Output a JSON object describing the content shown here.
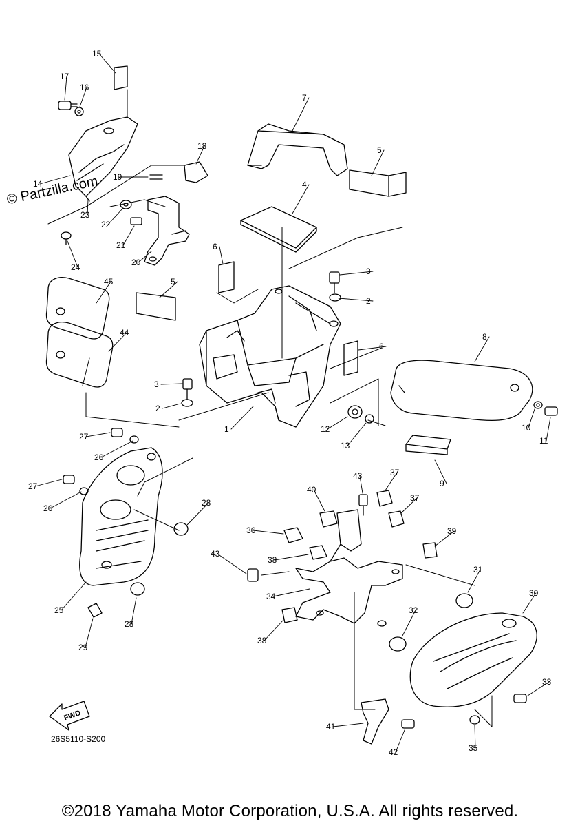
{
  "watermark": "© Partzilla.com",
  "copyright": "©2018 Yamaha Motor Corporation, U.S.A. All rights reserved.",
  "diagram_code": "26S5110-S200",
  "fwd_label": "FWD",
  "callouts": [
    "1",
    "2",
    "3",
    "4",
    "5",
    "6",
    "7",
    "8",
    "9",
    "10",
    "11",
    "12",
    "13",
    "14",
    "15",
    "16",
    "17",
    "18",
    "19",
    "20",
    "21",
    "22",
    "23",
    "24",
    "25",
    "26",
    "27",
    "28",
    "29",
    "30",
    "31",
    "32",
    "33",
    "34",
    "35",
    "36",
    "37",
    "38",
    "39",
    "40",
    "41",
    "42",
    "43",
    "44",
    "45"
  ]
}
